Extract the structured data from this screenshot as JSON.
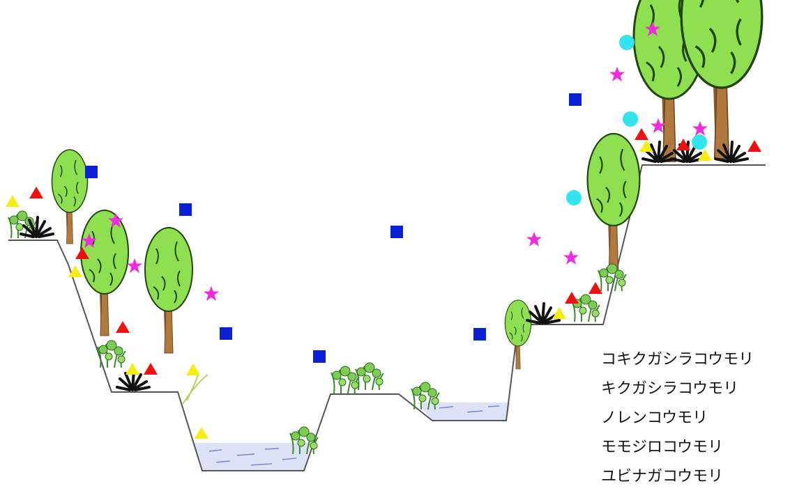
{
  "legend": {
    "items": [
      "コキクガシラコウモリ",
      "キクガシラコウモリ",
      "ノレンコウモリ",
      "モモジロコウモリ",
      "ユビナガコウモリ"
    ]
  },
  "colors": {
    "blue_square": "#0a1fd6",
    "cyan_circle": "#33e4ee",
    "magenta_star": "#f02be0",
    "red_triangle": "#ee1111",
    "yellow_triangle": "#f6ee11",
    "water": "#dde2f6",
    "tree_foliage": "#8fe050",
    "trunk": "#a07038"
  }
}
